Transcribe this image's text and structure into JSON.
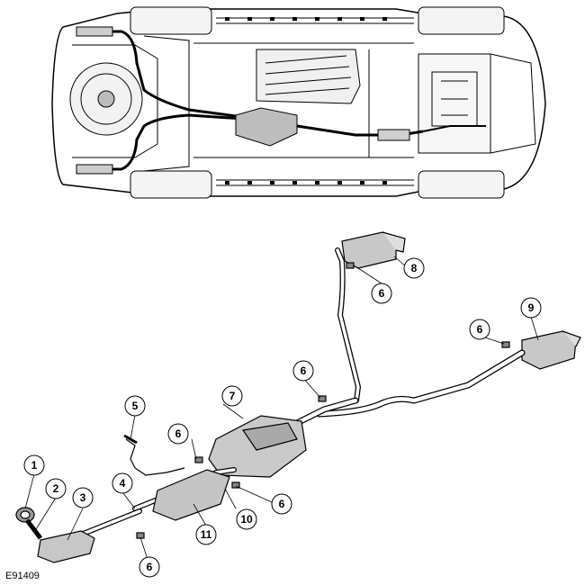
{
  "figure_id": "E91409",
  "callouts": [
    {
      "label": "1"
    },
    {
      "label": "2"
    },
    {
      "label": "3"
    },
    {
      "label": "4"
    },
    {
      "label": "5"
    },
    {
      "label": "6"
    },
    {
      "label": "6"
    },
    {
      "label": "6"
    },
    {
      "label": "6"
    },
    {
      "label": "6"
    },
    {
      "label": "6"
    },
    {
      "label": "7"
    },
    {
      "label": "8"
    },
    {
      "label": "9"
    },
    {
      "label": "10"
    },
    {
      "label": "11"
    }
  ]
}
